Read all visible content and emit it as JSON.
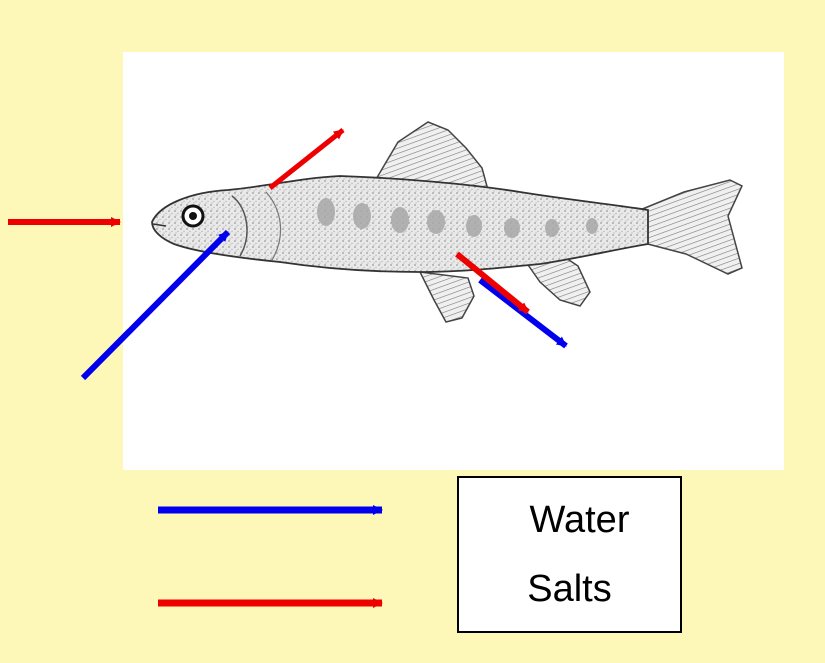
{
  "colors": {
    "background": "#fdf8b7",
    "panel": "#ffffff",
    "water_arrow": "#0000ee",
    "salts_arrow": "#ee0000"
  },
  "fish": {
    "icon": "fish-drawing"
  },
  "legend": {
    "water_label": "Water",
    "salts_label": "Salts"
  }
}
